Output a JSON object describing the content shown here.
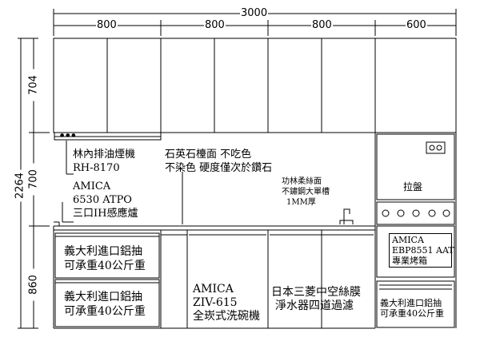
{
  "dimensions": {
    "total_width": "3000",
    "seg1": "800",
    "seg2": "800",
    "seg3": "800",
    "seg4": "600",
    "total_height": "2264",
    "upper_height": "704",
    "middle_height": "700",
    "lower_height": "860"
  },
  "labels": {
    "hood_brand": "林內排油煙機",
    "hood_model": "RH-8170",
    "countertop_line1": "石英石檯面 不吃色",
    "countertop_line2": "不染色 硬度僅次於鑽石",
    "sink_line1": "功林柔絲面",
    "sink_line2": "不鏽鋼大單槽",
    "sink_line3": "1MM厚",
    "hob_brand": "AMICA",
    "hob_model": "6530 ATPO",
    "hob_desc": "三口IH感應爐",
    "tray_label": "拉盤",
    "drawer1_line1": "義大利進口鋁抽",
    "drawer1_line2": "可承重40公斤重",
    "drawer2_line1": "義大利進口鋁抽",
    "drawer2_line2": "可承重40公斤重",
    "dishwasher_brand": "AMICA",
    "dishwasher_model": "ZIV-615",
    "dishwasher_desc": "全崁式洗碗機",
    "purifier_line1": "日本三菱中空絲膜",
    "purifier_line2": "淨水器四道過濾",
    "oven_brand": "AMICA",
    "oven_model": "EBP8551 AAT",
    "oven_desc": "專業烤箱",
    "drawer3_line1": "義大利進口鋁抽",
    "drawer3_line2": "可承重40公斤重"
  }
}
